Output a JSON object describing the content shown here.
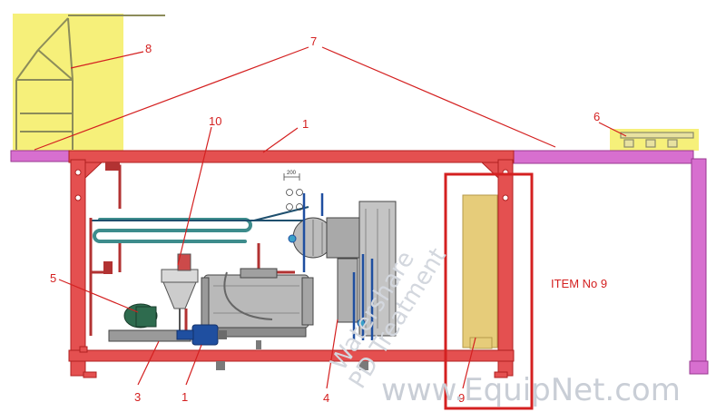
{
  "callouts": {
    "c1_top": "1",
    "c1_bottom": "1",
    "c3": "3",
    "c4": "4",
    "c5": "5",
    "c6": "6",
    "c7": "7",
    "c8": "8",
    "c9": "9",
    "c10": "10"
  },
  "item_label": "ITEM No 9",
  "dimension_label": "200",
  "watermark": {
    "site": "www.EquipNet.com",
    "diagonal_line1": "Watershare",
    "diagonal_line2": "PD Treatment"
  },
  "colors": {
    "frame_red": "#e45050",
    "frame_outline": "#b02020",
    "magenta_beam": "#d76fcf",
    "highlight_yellow": "#f6f07a",
    "callout_red": "#d42020",
    "pipe_teal": "#3d8c8c",
    "pipe_red": "#b23232",
    "motor_green": "#2e6b4e",
    "motor_blue": "#1f4fa0",
    "cabinet_tan": "#e6cc7a"
  }
}
